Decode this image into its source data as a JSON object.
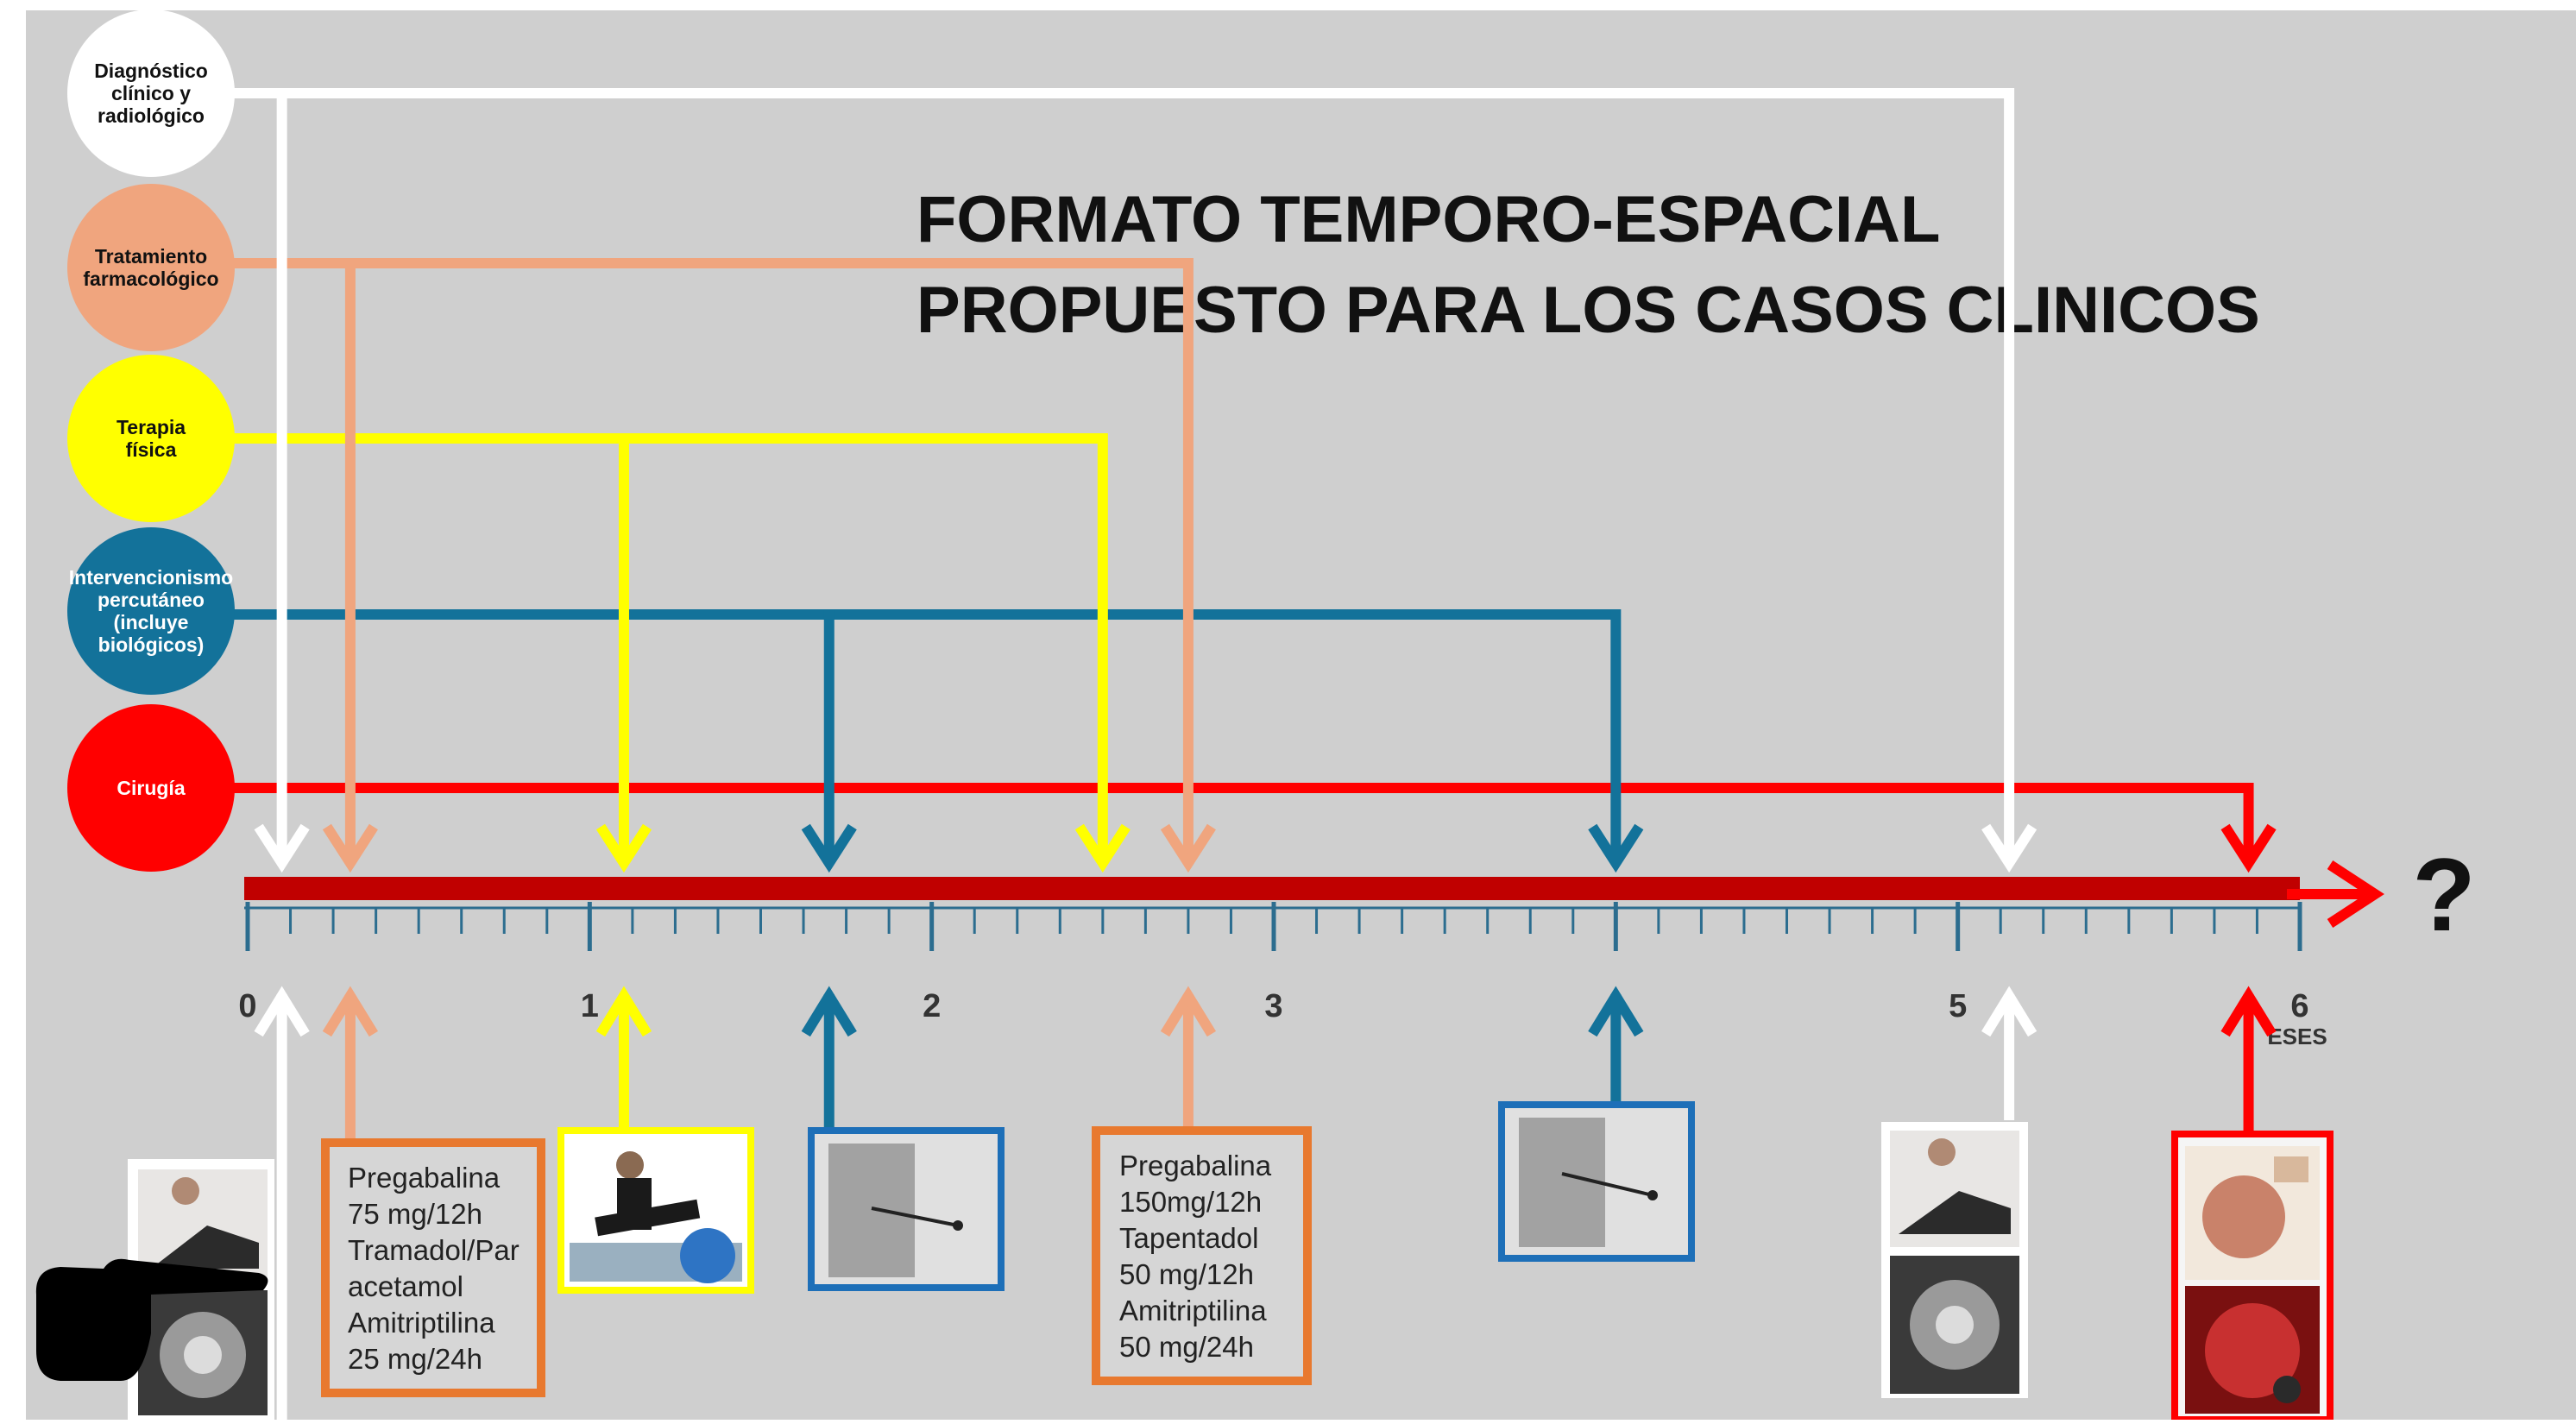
{
  "title": {
    "line1": "FORMATO TEMPORO-ESPACIAL",
    "line2": "PROPUESTO PARA LOS CASOS CLINICOS"
  },
  "categories": [
    {
      "id": "diagnostico",
      "lines": [
        "Diagnóstico",
        "clínico y",
        "radiológico"
      ],
      "color": "#ffffff",
      "text_color": "#111111"
    },
    {
      "id": "farmacologico",
      "lines": [
        "Tratamiento",
        "farmacológico"
      ],
      "color": "#f0a57e",
      "text_color": "#111111"
    },
    {
      "id": "terapia",
      "lines": [
        "Terapia",
        "física"
      ],
      "color": "#ffff00",
      "text_color": "#111111"
    },
    {
      "id": "intervencionismo",
      "lines": [
        "Intervencionismo",
        "percutáneo",
        "(incluye",
        "biológicos)"
      ],
      "color": "#13729a",
      "text_color": "#ffffff"
    },
    {
      "id": "cirugia",
      "lines": [
        "Cirugía"
      ],
      "color": "#ff0000",
      "text_color": "#ffffff"
    }
  ],
  "timeline": {
    "tick_labels": [
      "0",
      "1",
      "2",
      "3",
      "",
      "5",
      "6"
    ],
    "unit_label": "ESES",
    "end_symbol": "?",
    "events": [
      {
        "category": "diagnostico",
        "month": 0.1
      },
      {
        "category": "farmacologico",
        "month": 0.3
      },
      {
        "category": "terapia",
        "month": 1.1
      },
      {
        "category": "intervencionismo",
        "month": 1.7
      },
      {
        "category": "terapia",
        "month": 2.5
      },
      {
        "category": "farmacologico",
        "month": 2.75
      },
      {
        "category": "intervencionismo",
        "month": 4.0
      },
      {
        "category": "diagnostico",
        "month": 5.15
      },
      {
        "category": "cirugia",
        "month": 5.85
      }
    ]
  },
  "boxes": {
    "pharm1": [
      "Pregabalina",
      "75 mg/12h",
      "Tramadol/Par",
      "acetamol",
      "Amitriptilina",
      " 25 mg/24h"
    ],
    "pharm2": [
      "Pregabalina",
      "150mg/12h",
      "Tapentadol",
      "50 mg/12h",
      "Amitriptilina",
      " 50 mg/24h"
    ]
  },
  "colors": {
    "background": "#cfcfcf",
    "timeline_bar": "#c00000",
    "diagnostico": "#ffffff",
    "farmacologico": "#f0a57e",
    "terapia": "#ffff00",
    "intervencionismo": "#13729a",
    "cirugia": "#ff0000",
    "box_orange": "#e8792f",
    "box_blue": "#1d6fb8"
  }
}
